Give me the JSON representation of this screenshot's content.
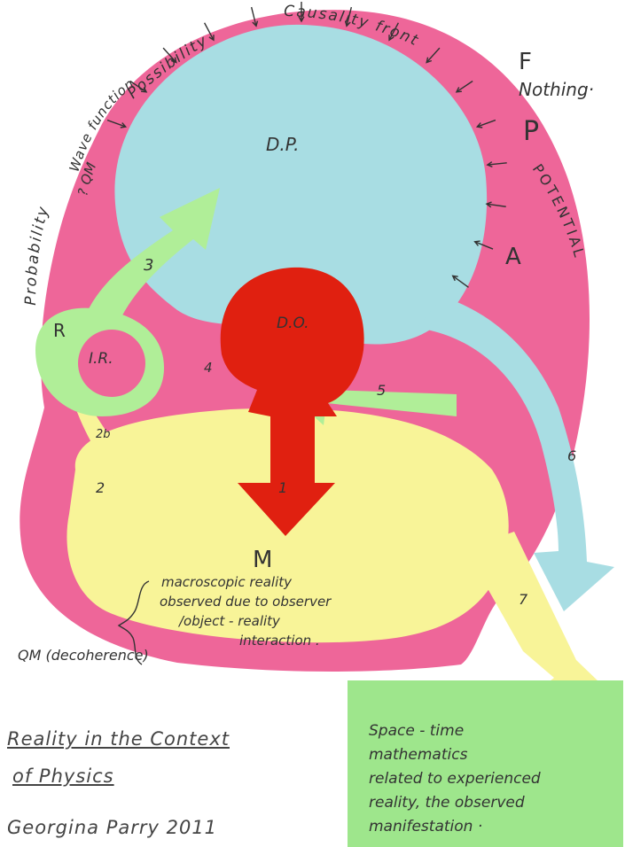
{
  "colors": {
    "pink": "#ee6699",
    "blue": "#a8dde3",
    "yellow": "#f8f498",
    "green": "#b0ee98",
    "red": "#e02010",
    "box_green": "#9ee68c"
  },
  "regions": {
    "dp_label": "D.P.",
    "do_label": "D.O.",
    "ir_label": "I.R.",
    "m_label": "M"
  },
  "letters": {
    "f": "F",
    "nothing": "Nothing·",
    "p": "P",
    "a": "A",
    "r": "R"
  },
  "arc_labels": {
    "possibility": "Possibility",
    "causality_front": "Causality front",
    "probability": "Probability",
    "wave_function": "Wave function",
    "qm_question": "? QM",
    "potential": "POTENTIAL"
  },
  "numbers": {
    "n1": "1",
    "n2": "2",
    "n2b": "2b",
    "n3": "3",
    "n4": "4",
    "n5": "5",
    "n6": "6",
    "n7": "7"
  },
  "m_note": {
    "line1": "macroscopic reality",
    "line2": "observed due to observer",
    "line3": "/object - reality",
    "line4": "interaction ."
  },
  "qm_decoherence": "QM (decoherence)",
  "box": {
    "line1": "Space - time",
    "line2": "mathematics",
    "line3": "related to experienced",
    "line4": "reality, the observed",
    "line5": "manifestation ·"
  },
  "title": {
    "line1": "Reality in the Context",
    "line2": "of Physics",
    "author": "Georgina Parry   2011"
  }
}
